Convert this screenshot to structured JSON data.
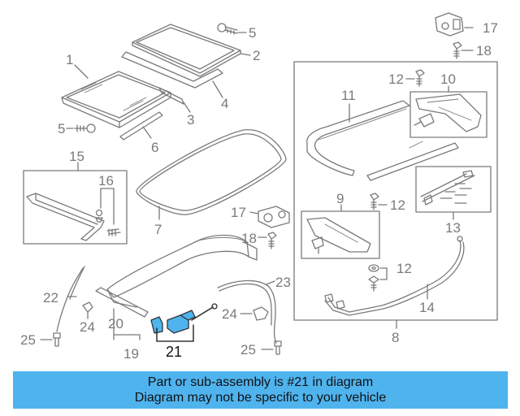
{
  "diagram": {
    "callouts": [
      "1",
      "2",
      "3",
      "4",
      "5",
      "5",
      "6",
      "7",
      "8",
      "9",
      "10",
      "11",
      "12",
      "12",
      "12",
      "13",
      "14",
      "15",
      "16",
      "17",
      "17",
      "18",
      "18",
      "19",
      "20",
      "21",
      "22",
      "23",
      "24",
      "24",
      "25",
      "25"
    ],
    "highlighted_part": "21",
    "line_color": "#7a7a7a",
    "highlight_color": "#4fb3ee"
  },
  "banner": {
    "line1": "Part or sub-assembly is #21 in diagram",
    "line2": "Diagram may not be specific to your vehicle",
    "background": "#4fb3ee"
  }
}
